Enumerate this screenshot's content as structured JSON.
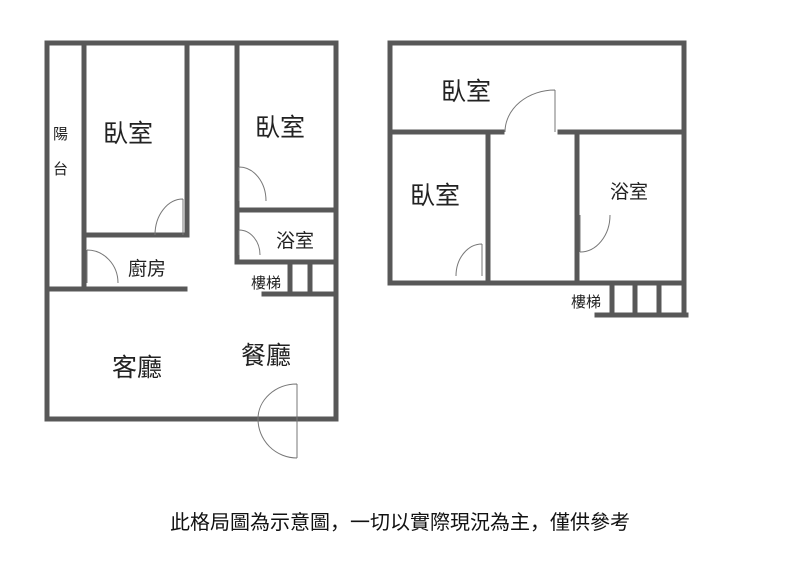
{
  "floor1": {
    "balcony": "陽台",
    "bedroom_a": "臥室",
    "bedroom_b": "臥室",
    "kitchen": "廚房",
    "bathroom": "浴室",
    "stairs": "樓梯",
    "living_room": "客廳",
    "dining_room": "餐廳"
  },
  "floor2": {
    "bedroom_top": "臥室",
    "bedroom_left": "臥室",
    "bathroom": "浴室",
    "stairs": "樓梯"
  },
  "disclaimer": "此格局圖為示意圖，一切以實際現況為主，僅供參考"
}
